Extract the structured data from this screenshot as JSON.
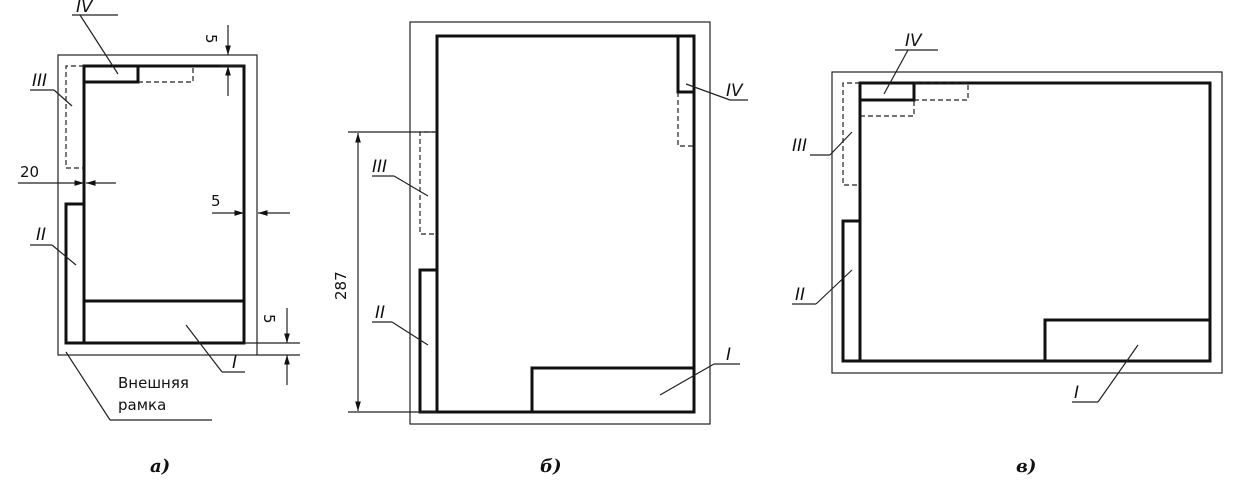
{
  "panels": {
    "a": {
      "caption": "а)",
      "labels": {
        "I": "I",
        "II": "II",
        "III": "III",
        "IV": "IV"
      },
      "dims": {
        "top": "5",
        "left": "20",
        "right": "5",
        "bottom": "5"
      },
      "outer_frame_line1": "Внешняя",
      "outer_frame_line2": "рамка"
    },
    "b": {
      "caption": "б)",
      "labels": {
        "I": "I",
        "II": "II",
        "III": "III",
        "IV": "IV"
      },
      "dims": {
        "height": "287"
      }
    },
    "c": {
      "caption": "в)",
      "labels": {
        "I": "I",
        "II": "II",
        "III": "III",
        "IV": "IV"
      }
    }
  }
}
